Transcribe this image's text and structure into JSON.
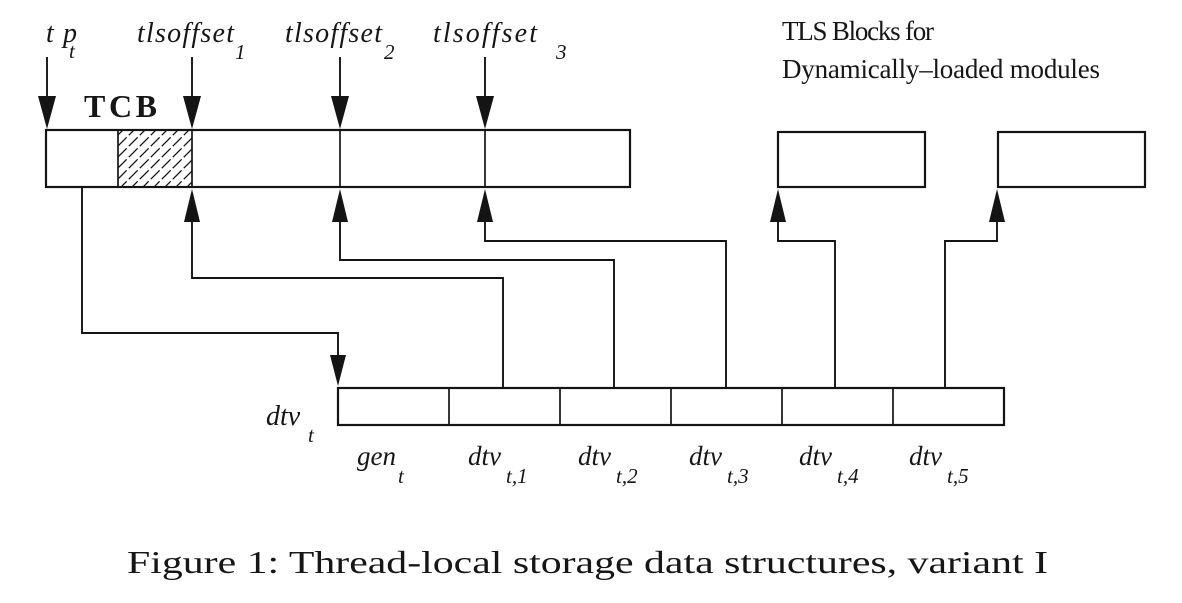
{
  "pointers": {
    "tp": {
      "label": "tp",
      "sub": "t"
    },
    "tlsoffset1": {
      "label": "tlsoffset",
      "sub": "1"
    },
    "tlsoffset2": {
      "label": "tlsoffset",
      "sub": "2"
    },
    "tlsoffset3": {
      "label": "tlsoffset",
      "sub": "3"
    }
  },
  "tcb_label": "TCB",
  "note": {
    "line1": "TLS Blocks for",
    "line2": "Dynamically–loaded modules"
  },
  "dtv": {
    "pointer_label": {
      "label": "dtv",
      "sub": "t"
    },
    "cells": [
      {
        "label": "gen",
        "sub": "t"
      },
      {
        "label": "dtv",
        "sub": "t,1"
      },
      {
        "label": "dtv",
        "sub": "t,2"
      },
      {
        "label": "dtv",
        "sub": "t,3"
      },
      {
        "label": "dtv",
        "sub": "t,4"
      },
      {
        "label": "dtv",
        "sub": "t,5"
      }
    ]
  },
  "caption": "Figure 1: Thread-local storage data structures, variant I"
}
